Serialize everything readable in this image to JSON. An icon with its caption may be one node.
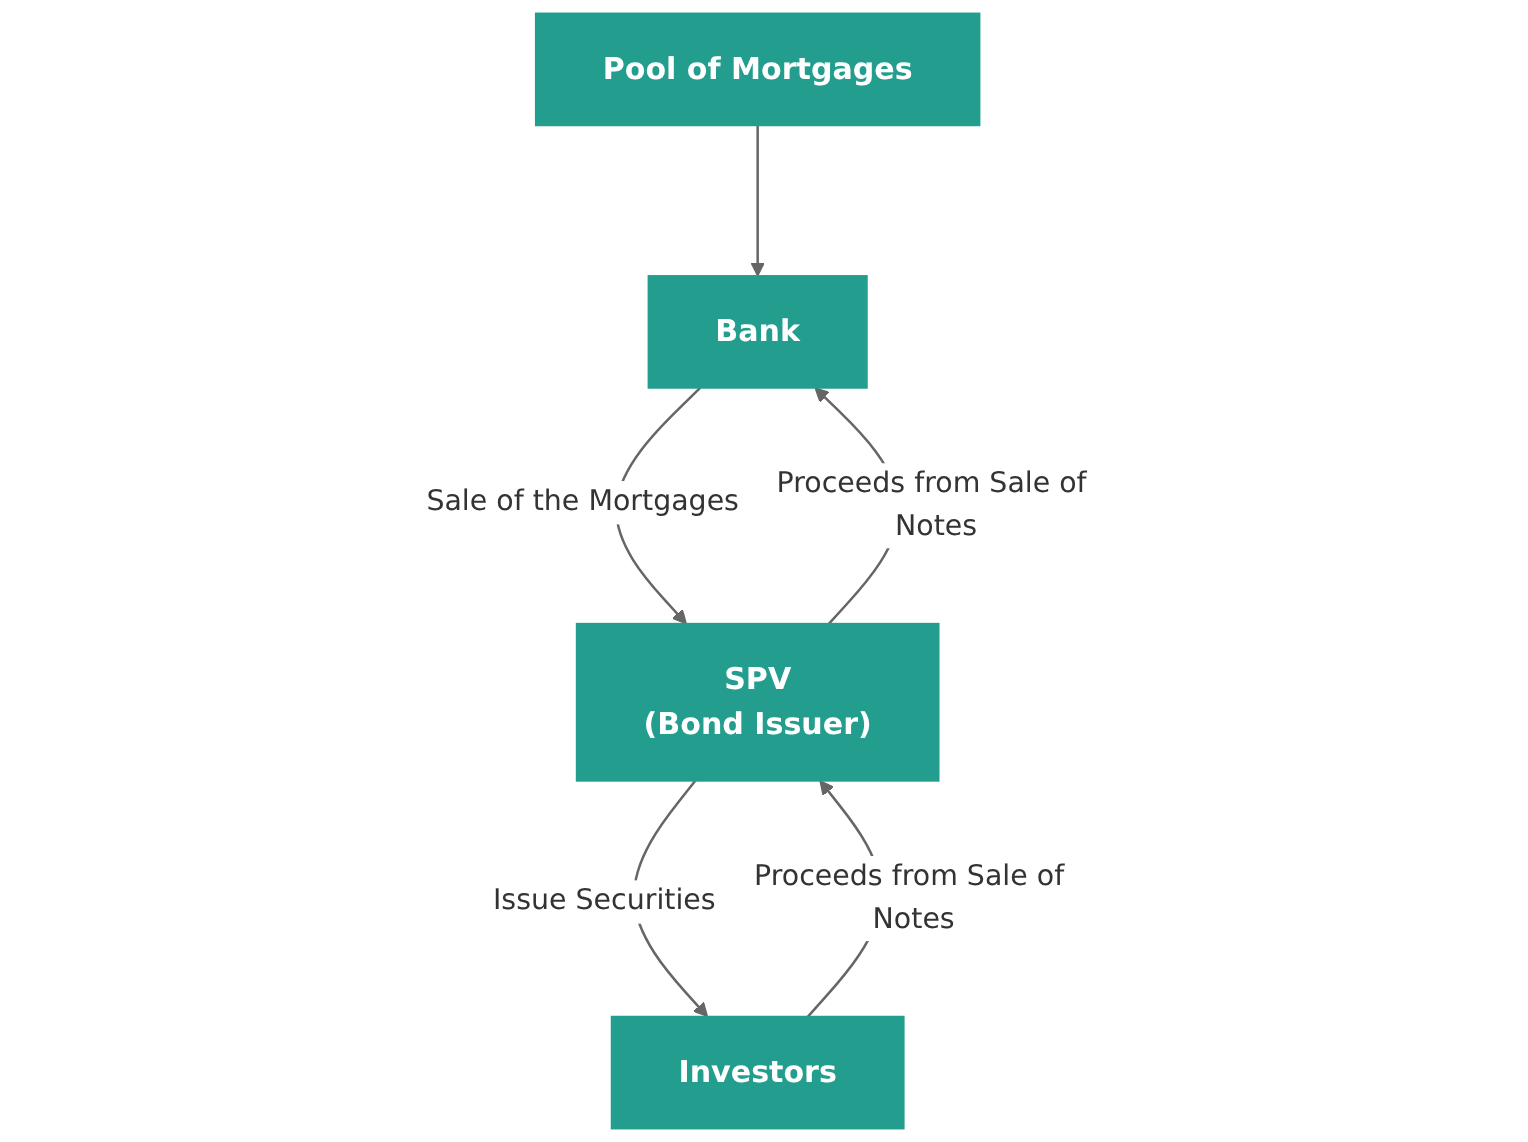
{
  "diagram": {
    "nodes": [
      {
        "text": [
          "Pool of Mortgages"
        ]
      },
      {
        "text": [
          "Bank"
        ]
      },
      {
        "text": [
          "SPV",
          "(Bond Issuer)"
        ]
      },
      {
        "text": [
          "Investors"
        ]
      }
    ],
    "edges": [
      {
        "from": 0,
        "to": 1,
        "arrow": "to"
      },
      {
        "from": 1,
        "to": 2,
        "arrow": "to",
        "label": "Sale of the Mortgages"
      },
      {
        "from": 2,
        "to": 1,
        "arrow": "to",
        "label": "Proceeds from Sale of Notes"
      },
      {
        "from": 2,
        "to": 3,
        "arrow": "to",
        "label": "Issue Securities"
      },
      {
        "from": 3,
        "to": 2,
        "arrow": "to",
        "label": "Proceeds from Sale of Notes"
      }
    ]
  }
}
